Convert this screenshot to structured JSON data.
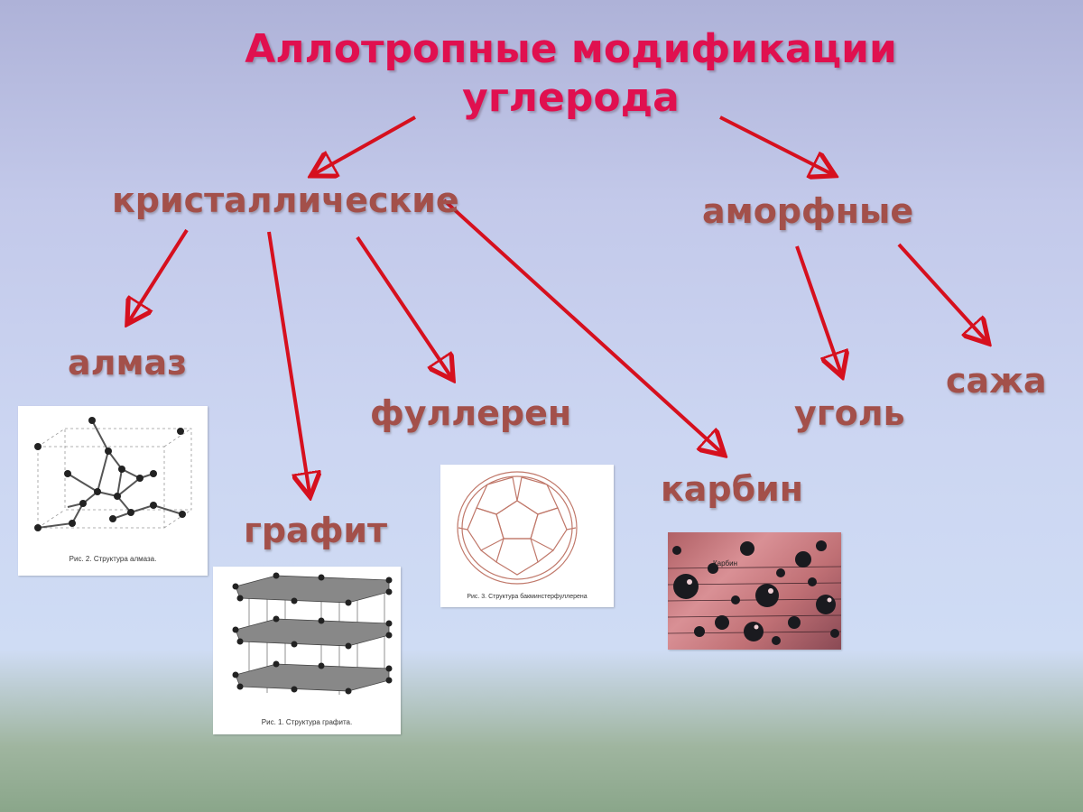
{
  "title_line1": "Аллотропные модификации",
  "title_line2": "углерода",
  "nodes": {
    "crystalline": "кристаллические",
    "amorphous": "аморфные",
    "diamond": "алмаз",
    "graphite": "графит",
    "fullerene": "фуллерен",
    "carbyne": "карбин",
    "coal": "уголь",
    "soot": "сажа"
  },
  "figures": {
    "diamond_caption": "Рис. 2. Структура алмаза.",
    "graphite_caption": "Рис. 1. Структура графита.",
    "fullerene_caption": "Рис. 3. Структура бакминстерфуллерена",
    "carbyne_label": "Карбин"
  },
  "colors": {
    "title": "#e0104f",
    "labels": "#a3504a",
    "arrows": "#d6101e"
  }
}
